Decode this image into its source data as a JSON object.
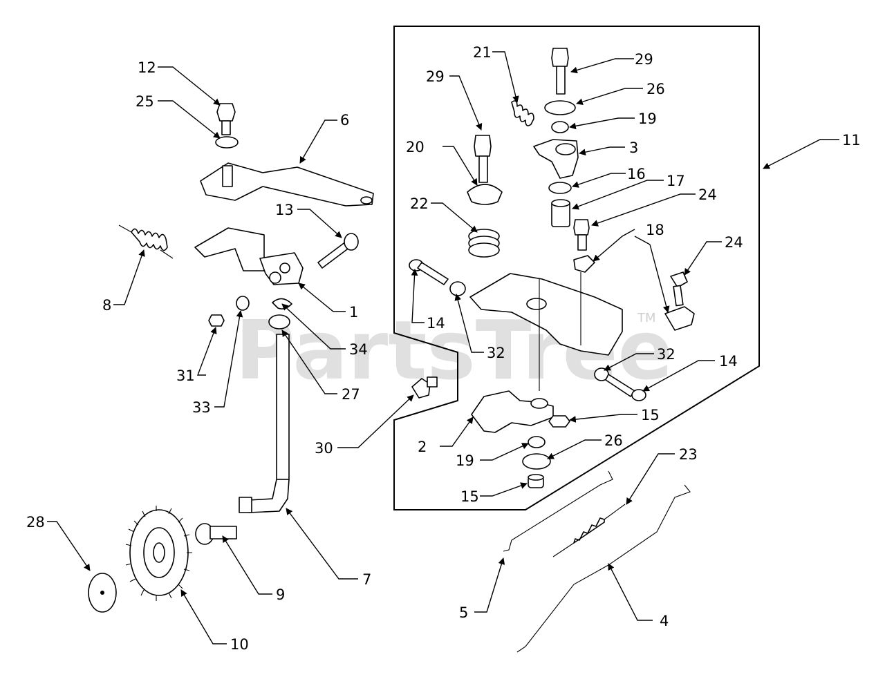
{
  "watermark": {
    "text": "PartsTree",
    "trademark": "TM"
  },
  "callouts": {
    "c1": "1",
    "c2": "2",
    "c3": "3",
    "c4": "4",
    "c5": "5",
    "c6": "6",
    "c7": "7",
    "c8": "8",
    "c9": "9",
    "c10": "10",
    "c11": "11",
    "c12": "12",
    "c13": "13",
    "c14a": "14",
    "c14b": "14",
    "c15a": "15",
    "c15b": "15",
    "c16": "16",
    "c17": "17",
    "c18": "18",
    "c19a": "19",
    "c19b": "19",
    "c20": "20",
    "c21": "21",
    "c22": "22",
    "c23": "23",
    "c24a": "24",
    "c24b": "24",
    "c25": "25",
    "c26a": "26",
    "c26b": "26",
    "c27": "27",
    "c28": "28",
    "c29a": "29",
    "c29b": "29",
    "c30": "30",
    "c31": "31",
    "c32a": "32",
    "c32b": "32",
    "c33": "33",
    "c34": "34"
  }
}
